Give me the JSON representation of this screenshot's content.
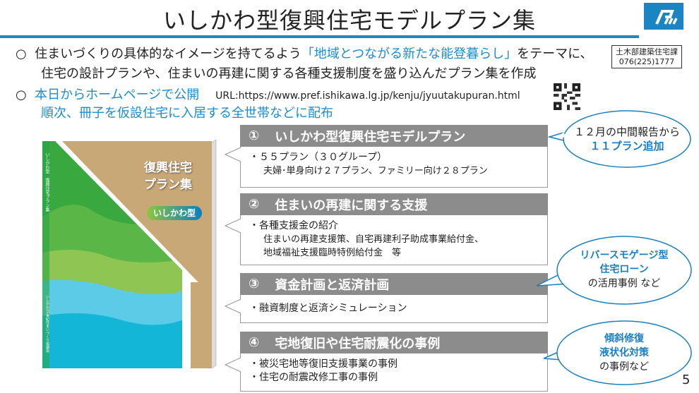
{
  "title": "いしかわ型復興住宅モデルプラン集",
  "contact": {
    "dept": "土木部建築住宅課",
    "phone": "076(225)1777"
  },
  "bullets": [
    {
      "marker": "○",
      "pre": "住まいづくりの具体的なイメージを持てるよう",
      "highlight": "「地域とつながる新たな能登暮らし」",
      "post": "をテーマに、",
      "line2": "住宅の設計プランや、住まいの再建に関する各種支援制度を盛り込んだプラン集を作成"
    },
    {
      "marker": "○",
      "text": "本日からホームページで公開",
      "url": "URL:https://www.pref.ishikawa.lg.jp/kenju/jyuutakupuran.html",
      "line2": "順次、冊子を仮設住宅に入居する全世帯などに配布"
    }
  ],
  "booklet": {
    "title1": "復興住宅",
    "title2": "プラン集",
    "badge": "いしかわ型",
    "spine": "いしかわ型　復興住宅プラン集",
    "spine2": "いしかわ21世紀住まいづくり協議会"
  },
  "sections": [
    {
      "num": "①",
      "title": "いしかわ型復興住宅モデルプラン",
      "lines": [
        "・５５プラン（３０グループ）"
      ],
      "sub": [
        "夫婦･単身向け２７プラン、ファミリー向け２８プラン"
      ]
    },
    {
      "num": "②",
      "title": "住まいの再建に関する支援",
      "lines": [
        "・各種支援金の紹介"
      ],
      "sub": [
        "住まいの再建支援策、自宅再建利子助成事業給付金、",
        "地域福祉支援臨時特例給付金　等"
      ]
    },
    {
      "num": "③",
      "title": "資金計画と返済計画",
      "lines": [
        "・融資制度と返済シミュレーション"
      ],
      "sub": []
    },
    {
      "num": "④",
      "title": "宅地復旧や住宅耐震化の事例",
      "lines": [
        "・被災宅地等復旧支援事業の事例",
        "・住宅の耐震改修工事の事例"
      ],
      "sub": []
    }
  ],
  "callouts": [
    {
      "plain1": "１２月の中間報告から",
      "bold1": "１１プラン追加"
    },
    {
      "bold1": "リバースモゲージ型",
      "bold2": "住宅ローン",
      "plain2": "の活用事例 など"
    },
    {
      "bold1": "傾斜修復",
      "bold2": "液状化対策",
      "plain2": "の事例など"
    }
  ],
  "page_number": "5",
  "colors": {
    "accent": "#1a8dcf",
    "header_gray": "#8c8c8c"
  }
}
